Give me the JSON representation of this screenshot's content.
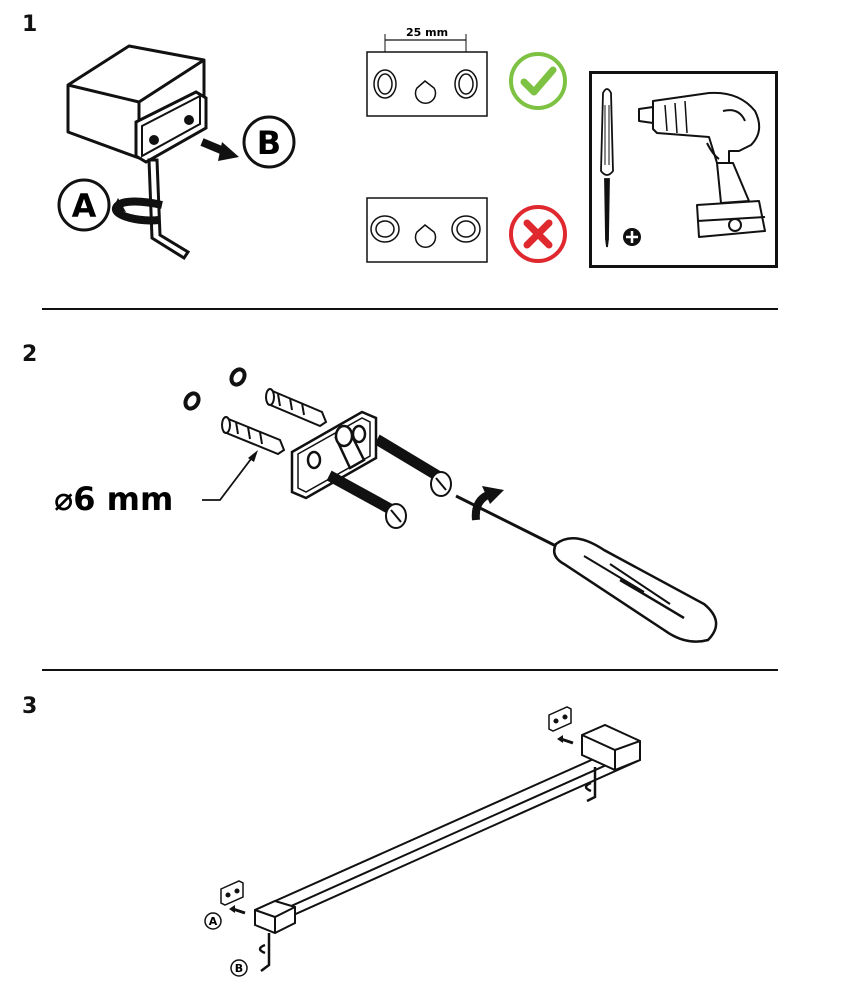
{
  "steps": [
    {
      "number": "1"
    },
    {
      "number": "2"
    },
    {
      "number": "3"
    }
  ],
  "step1": {
    "label_a": "A",
    "label_b": "B",
    "spacing_label": "25 mm",
    "correct_mark": "check-icon",
    "wrong_mark": "cross-icon",
    "correct_color": "#7dc242",
    "wrong_color": "#e0282f",
    "tools": [
      "screwdriver-icon",
      "plus-icon",
      "drill-icon"
    ]
  },
  "step2": {
    "drill_label": "⌀6 mm"
  },
  "step3": {
    "label_a": "A",
    "label_b": "B"
  }
}
